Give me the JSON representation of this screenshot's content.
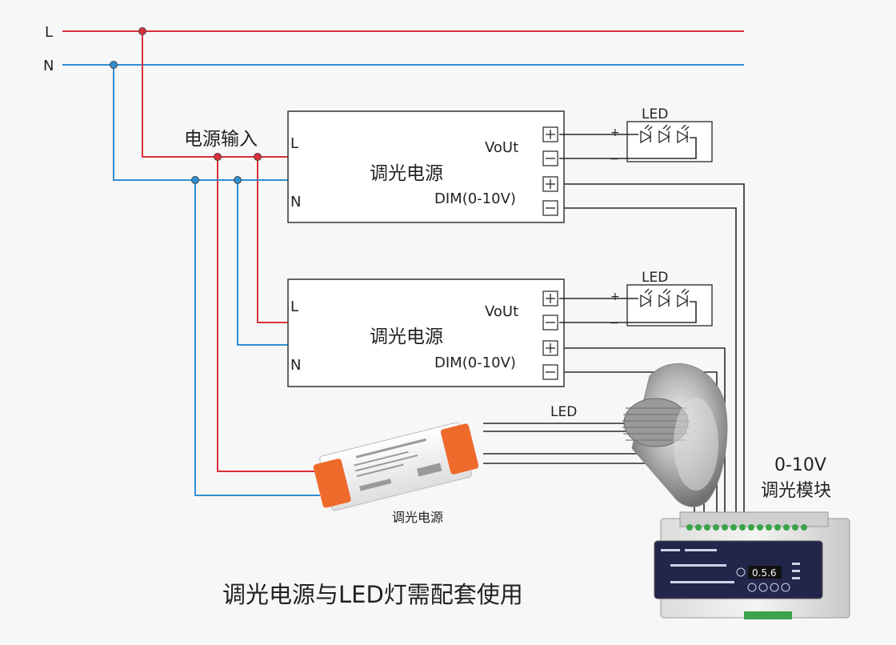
{
  "lines": {
    "l": "L",
    "n": "N"
  },
  "power_input_label": "电源输入",
  "driver1": {
    "title": "调光电源",
    "l": "L",
    "n": "N",
    "vout": "VoUt",
    "dim": "DIM(0-10V)",
    "led_label": "LED",
    "plus": "+",
    "minus": "−"
  },
  "driver2": {
    "title": "调光电源",
    "l": "L",
    "n": "N",
    "vout": "VoUt",
    "dim": "DIM(0-10V)",
    "led_label": "LED",
    "plus": "+",
    "minus": "−"
  },
  "photo_driver_caption": "调光电源",
  "lamp_led_label": "LED",
  "module": {
    "line1": "0-10V",
    "line2": "调光模块",
    "display": "0.5.6"
  },
  "footer": "调光电源与LED灯需配套使用",
  "colors": {
    "live": "#d9313a",
    "neutral": "#2f8fd0",
    "wire": "#2a2a2a",
    "background": "#f7f7f7",
    "housing_orange": "#ee6a2b"
  }
}
